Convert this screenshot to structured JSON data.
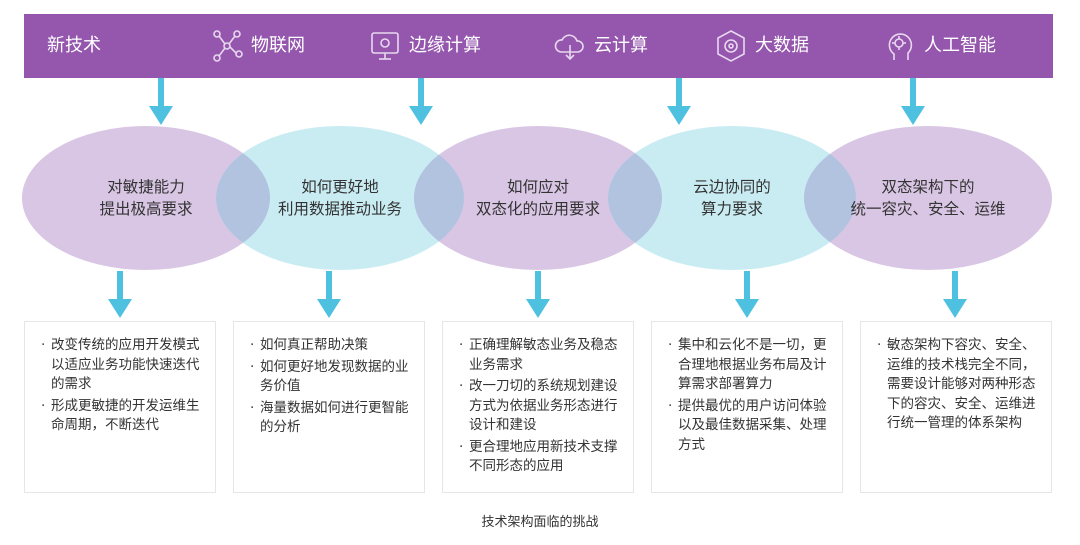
{
  "header": {
    "title": "新技术",
    "technologies": [
      {
        "label": "物联网",
        "icon": "iot-network-icon"
      },
      {
        "label": "边缘计算",
        "icon": "edge-computing-icon"
      },
      {
        "label": "云计算",
        "icon": "cloud-computing-icon"
      },
      {
        "label": "大数据",
        "icon": "big-data-icon"
      },
      {
        "label": "人工智能",
        "icon": "ai-head-icon"
      }
    ]
  },
  "challenges": [
    {
      "line1": "对敏捷能力",
      "line2": "提出极高要求"
    },
    {
      "line1": "如何更好地",
      "line2": "利用数据推动业务"
    },
    {
      "line1": "如何应对",
      "line2": "双态化的应用要求"
    },
    {
      "line1": "云边协同的",
      "line2": "算力要求"
    },
    {
      "line1": "双态架构下的",
      "line2": "统一容灾、安全、运维"
    }
  ],
  "details": [
    [
      "改变传统的应用开发模式以适应业务功能快速迭代的需求",
      "形成更敏捷的开发运维生命周期，不断迭代"
    ],
    [
      "如何真正帮助决策",
      "如何更好地发现数据的业务价值",
      "海量数据如何进行更智能的分析"
    ],
    [
      "正确理解敏态业务及稳态业务需求",
      "改一刀切的系统规划建设方式为依据业务形态进行设计和建设",
      "更合理地应用新技术支撑不同形态的应用"
    ],
    [
      "集中和云化不是一切，更合理地根据业务布局及计算需求部署算力",
      "提供最优的用户访问体验以及最佳数据采集、处理方式"
    ],
    [
      "敏态架构下容灾、安全、运维的技术栈完全不同，需要设计能够对两种形态下的容灾、安全、运维进行统一管理的体系架构"
    ]
  ],
  "bullet": "·",
  "caption": "技术架构面临的挑战",
  "colors": {
    "header_bg": "#9556ad",
    "header_text": "#ffffff",
    "arrow": "#4fc1e0",
    "ellipse_purple": "#d9c6e4",
    "ellipse_cyan": "#c9ecf3",
    "overlap": "#b2c3e0",
    "box_border": "#e6e6e6"
  }
}
